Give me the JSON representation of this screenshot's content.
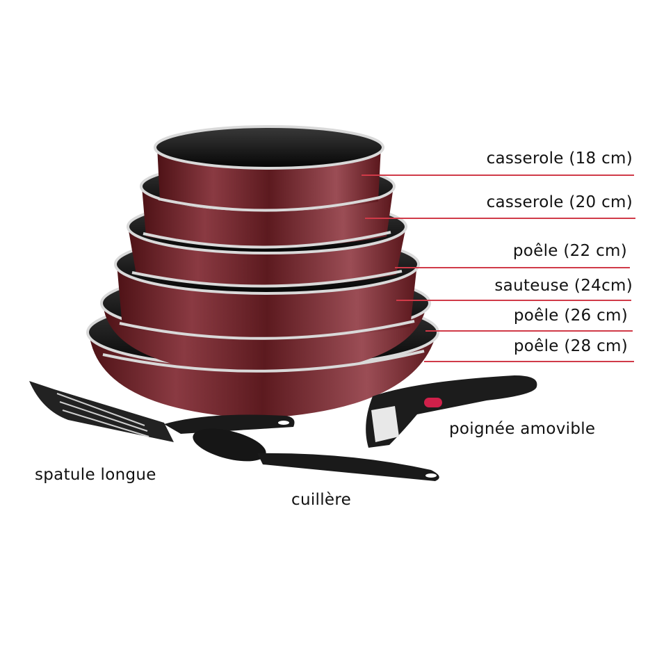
{
  "product": {
    "colors": {
      "pan_body": "#6e1f24",
      "pan_highlight": "#9a4b52",
      "pan_interior": "#141414",
      "rim": "#d9d9d9",
      "leader_line": "#d03a48",
      "utensil": "#1a1a1a",
      "handle_button": "#d0204a"
    },
    "items": [
      {
        "label": "casserole (18 cm)"
      },
      {
        "label": "casserole (20 cm)"
      },
      {
        "label": "poêle (22 cm)"
      },
      {
        "label": "sauteuse (24cm)"
      },
      {
        "label": "poêle (26 cm)"
      },
      {
        "label": "poêle (28 cm)"
      }
    ],
    "accessories": {
      "handle": "poignée amovible",
      "spatula": "spatule longue",
      "spoon": "cuillère"
    }
  }
}
